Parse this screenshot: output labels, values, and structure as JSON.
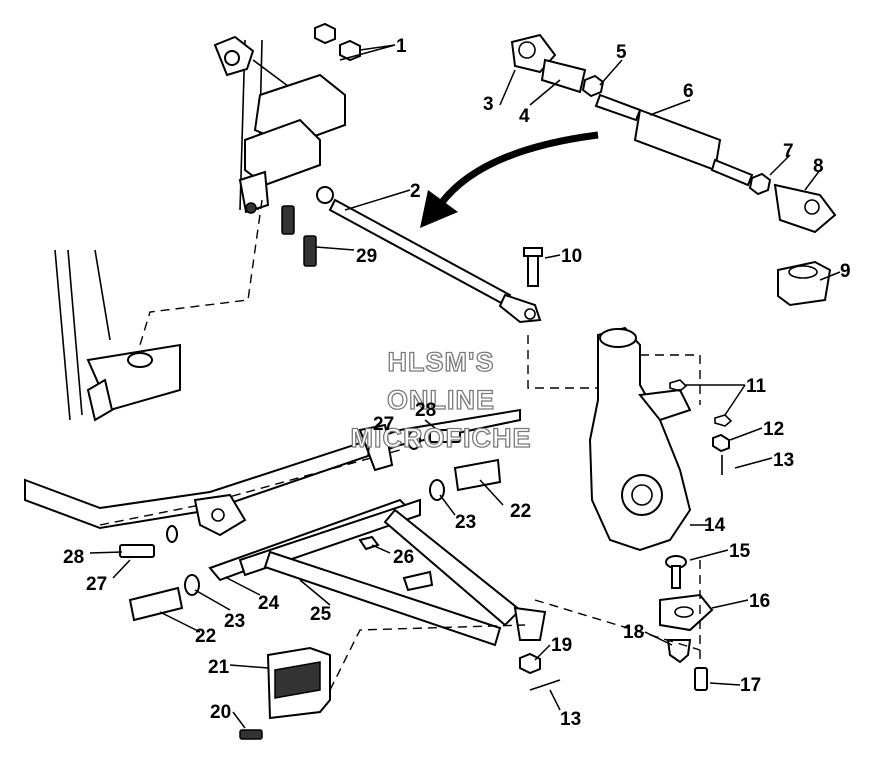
{
  "watermark": [
    "HLSM'S",
    "ONLINE",
    "MICROFICHE"
  ],
  "callouts": [
    "1",
    "2",
    "3",
    "4",
    "5",
    "6",
    "7",
    "8",
    "9",
    "10",
    "11",
    "12",
    "13",
    "14",
    "15",
    "16",
    "17",
    "18",
    "19",
    "20",
    "21",
    "22",
    "22",
    "23",
    "23",
    "24",
    "25",
    "26",
    "27",
    "27",
    "28",
    "28",
    "29",
    "13"
  ],
  "icons": {
    "arrow": "curved-arrow-icon",
    "frame": "frame-tube-icon",
    "spindle": "spindle-icon"
  }
}
